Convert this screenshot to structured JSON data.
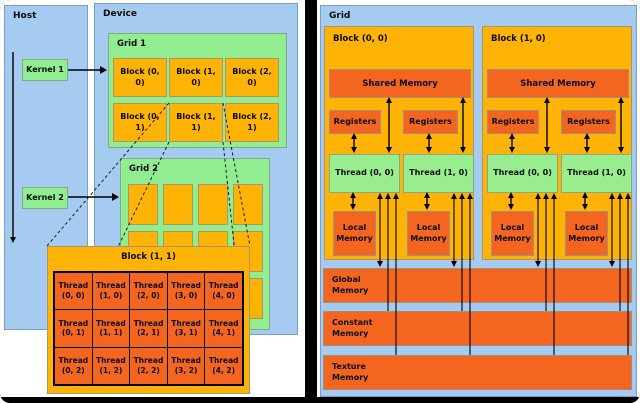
{
  "figure_left": {
    "host": {
      "title": "Host",
      "kernel1": "Kernel 1",
      "kernel2": "Kernel 2"
    },
    "device": {
      "title": "Device",
      "grid1": {
        "title": "Grid 1",
        "blocks": [
          "Block (0, 0)",
          "Block (1, 0)",
          "Block (2, 0)",
          "Block (0, 1)",
          "Block (1, 1)",
          "Block (2, 1)"
        ]
      },
      "grid2": {
        "title": "Grid 2"
      }
    },
    "block_inset": {
      "title": "Block (1, 1)",
      "threads": [
        "Thread (0, 0)",
        "Thread (1, 0)",
        "Thread (2, 0)",
        "Thread (3, 0)",
        "Thread (4, 0)",
        "Thread (0, 1)",
        "Thread (1, 1)",
        "Thread (2, 1)",
        "Thread (3, 1)",
        "Thread (4, 1)",
        "Thread (0, 2)",
        "Thread (1, 2)",
        "Thread (2, 2)",
        "Thread (3, 2)",
        "Thread (4, 2)"
      ]
    }
  },
  "figure_right": {
    "grid": {
      "title": "Grid"
    },
    "blocks": [
      {
        "title": "Block (0, 0)",
        "shared_memory": "Shared Memory",
        "registers": [
          "Registers",
          "Registers"
        ],
        "threads": [
          "Thread (0, 0)",
          "Thread (1, 0)"
        ],
        "local_memory": [
          "Local Memory",
          "Local Memory"
        ]
      },
      {
        "title": "Block (1, 0)",
        "shared_memory": "Shared Memory",
        "registers": [
          "Registers",
          "Registers"
        ],
        "threads": [
          "Thread (0, 0)",
          "Thread (1, 0)"
        ],
        "local_memory": [
          "Local Memory",
          "Local Memory"
        ]
      }
    ],
    "memories": [
      "Global Memory",
      "Constant Memory",
      "Texture Memory"
    ]
  },
  "colors": {
    "panel_blue": "#A5CBF1",
    "grid_green": "#90EE90",
    "block_amber": "#FFB405",
    "memory_orange": "#F4661F"
  }
}
